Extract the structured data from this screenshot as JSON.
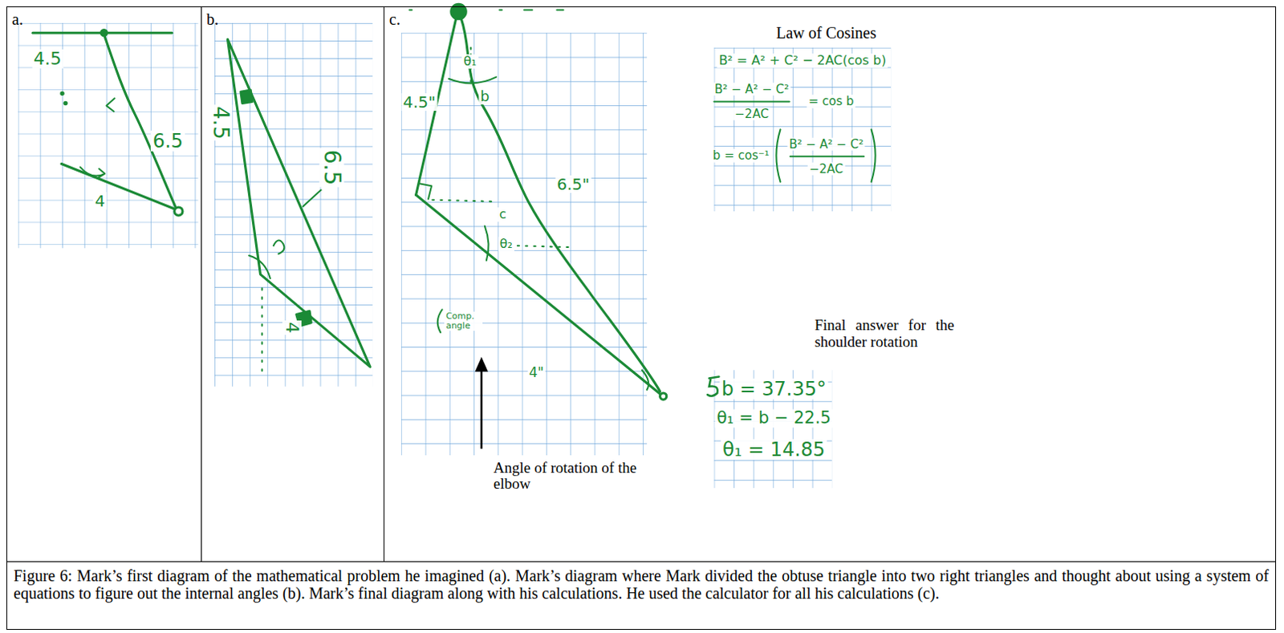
{
  "diagram": {
    "caption": "Figure 6: Mark’s first diagram of the mathematical problem he imagined (a). Mark’s diagram where Mark divided the obtuse triangle into two right triangles and thought about using a system of equations to figure out the internal angles (b). Mark’s final diagram along with his calculations. He used the calculator for all his calculations (c).",
    "nodes": [
      {
        "text": [
          "a."
        ]
      },
      {
        "text": [
          "b."
        ]
      },
      {
        "text": [
          "c."
        ]
      }
    ],
    "labels": [
      "4.5",
      "6.5",
      "4",
      "4.5",
      "6.5",
      "4",
      "4.5\"",
      "6.5\"",
      "4\"",
      "θ₁",
      "b",
      "c",
      "θ₂",
      "Comp. angle",
      "Angle of rotation of the elbow",
      "Law of Cosines",
      "B² = A² + C² − 2AC(cos b)",
      "B² − A² − C²",
      "−2AC",
      "= cos b",
      "b = cos⁻¹",
      "B² − A² − C²",
      "−2AC",
      "Final answer for the shoulder rotation",
      "b = 37.35°",
      "θ₁ = b − 22.5",
      "θ₁ = 14.85"
    ]
  }
}
